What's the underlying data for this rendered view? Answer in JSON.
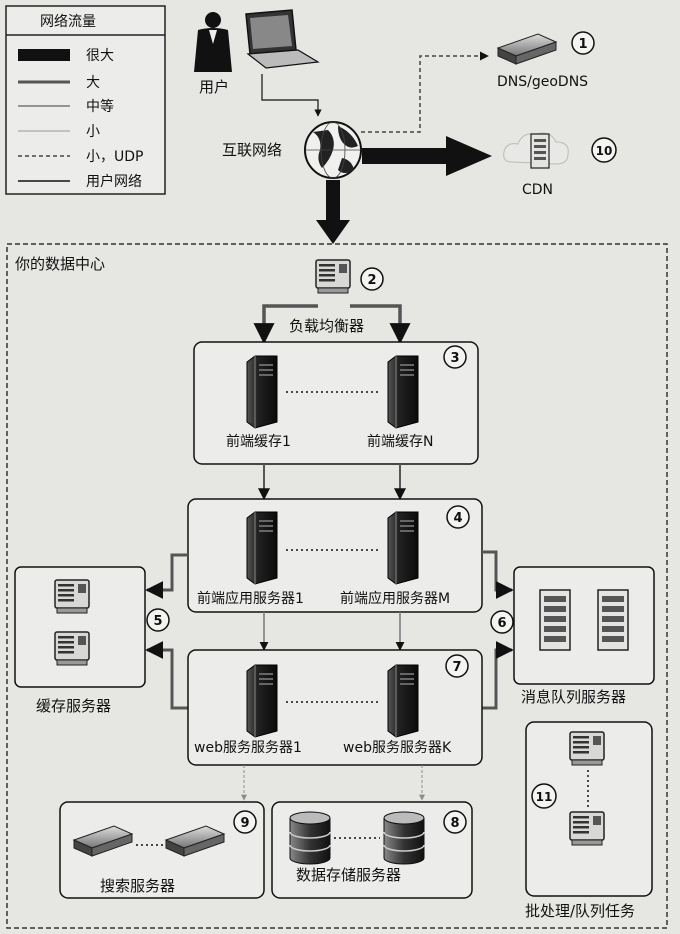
{
  "legend": {
    "title": "网络流量",
    "items": [
      {
        "label": "很大",
        "style": "very-large"
      },
      {
        "label": "大",
        "style": "large"
      },
      {
        "label": "中等",
        "style": "medium"
      },
      {
        "label": "小",
        "style": "small"
      },
      {
        "label": "小，UDP",
        "style": "small-udp"
      },
      {
        "label": "用户网络",
        "style": "user-network"
      }
    ]
  },
  "nodes": {
    "user": "用户",
    "internet": "互联网络",
    "dns": "DNS/geoDNS",
    "cdn": "CDN",
    "datacenter": "你的数据中心",
    "load_balancer": "负载均衡器",
    "frontend_cache_1": "前端缓存1",
    "frontend_cache_n": "前端缓存N",
    "app_server_1": "前端应用服务器1",
    "app_server_m": "前端应用服务器M",
    "web_server_1": "web服务服务器1",
    "web_server_k": "web服务服务器K",
    "cache_servers": "缓存服务器",
    "queue_servers": "消息队列服务器",
    "search_servers": "搜索服务器",
    "storage_servers": "数据存储服务器",
    "batch_jobs": "批处理/队列任务"
  },
  "markers": {
    "m1": "1",
    "m2": "2",
    "m3": "3",
    "m4": "4",
    "m5": "5",
    "m6": "6",
    "m7": "7",
    "m8": "8",
    "m9": "9",
    "m10": "10",
    "m11": "11"
  },
  "colors": {
    "background": "#e6e6e3",
    "ink": "#111111",
    "box_fill": "#ececea",
    "arrow_gray": "#8c8c8c"
  }
}
